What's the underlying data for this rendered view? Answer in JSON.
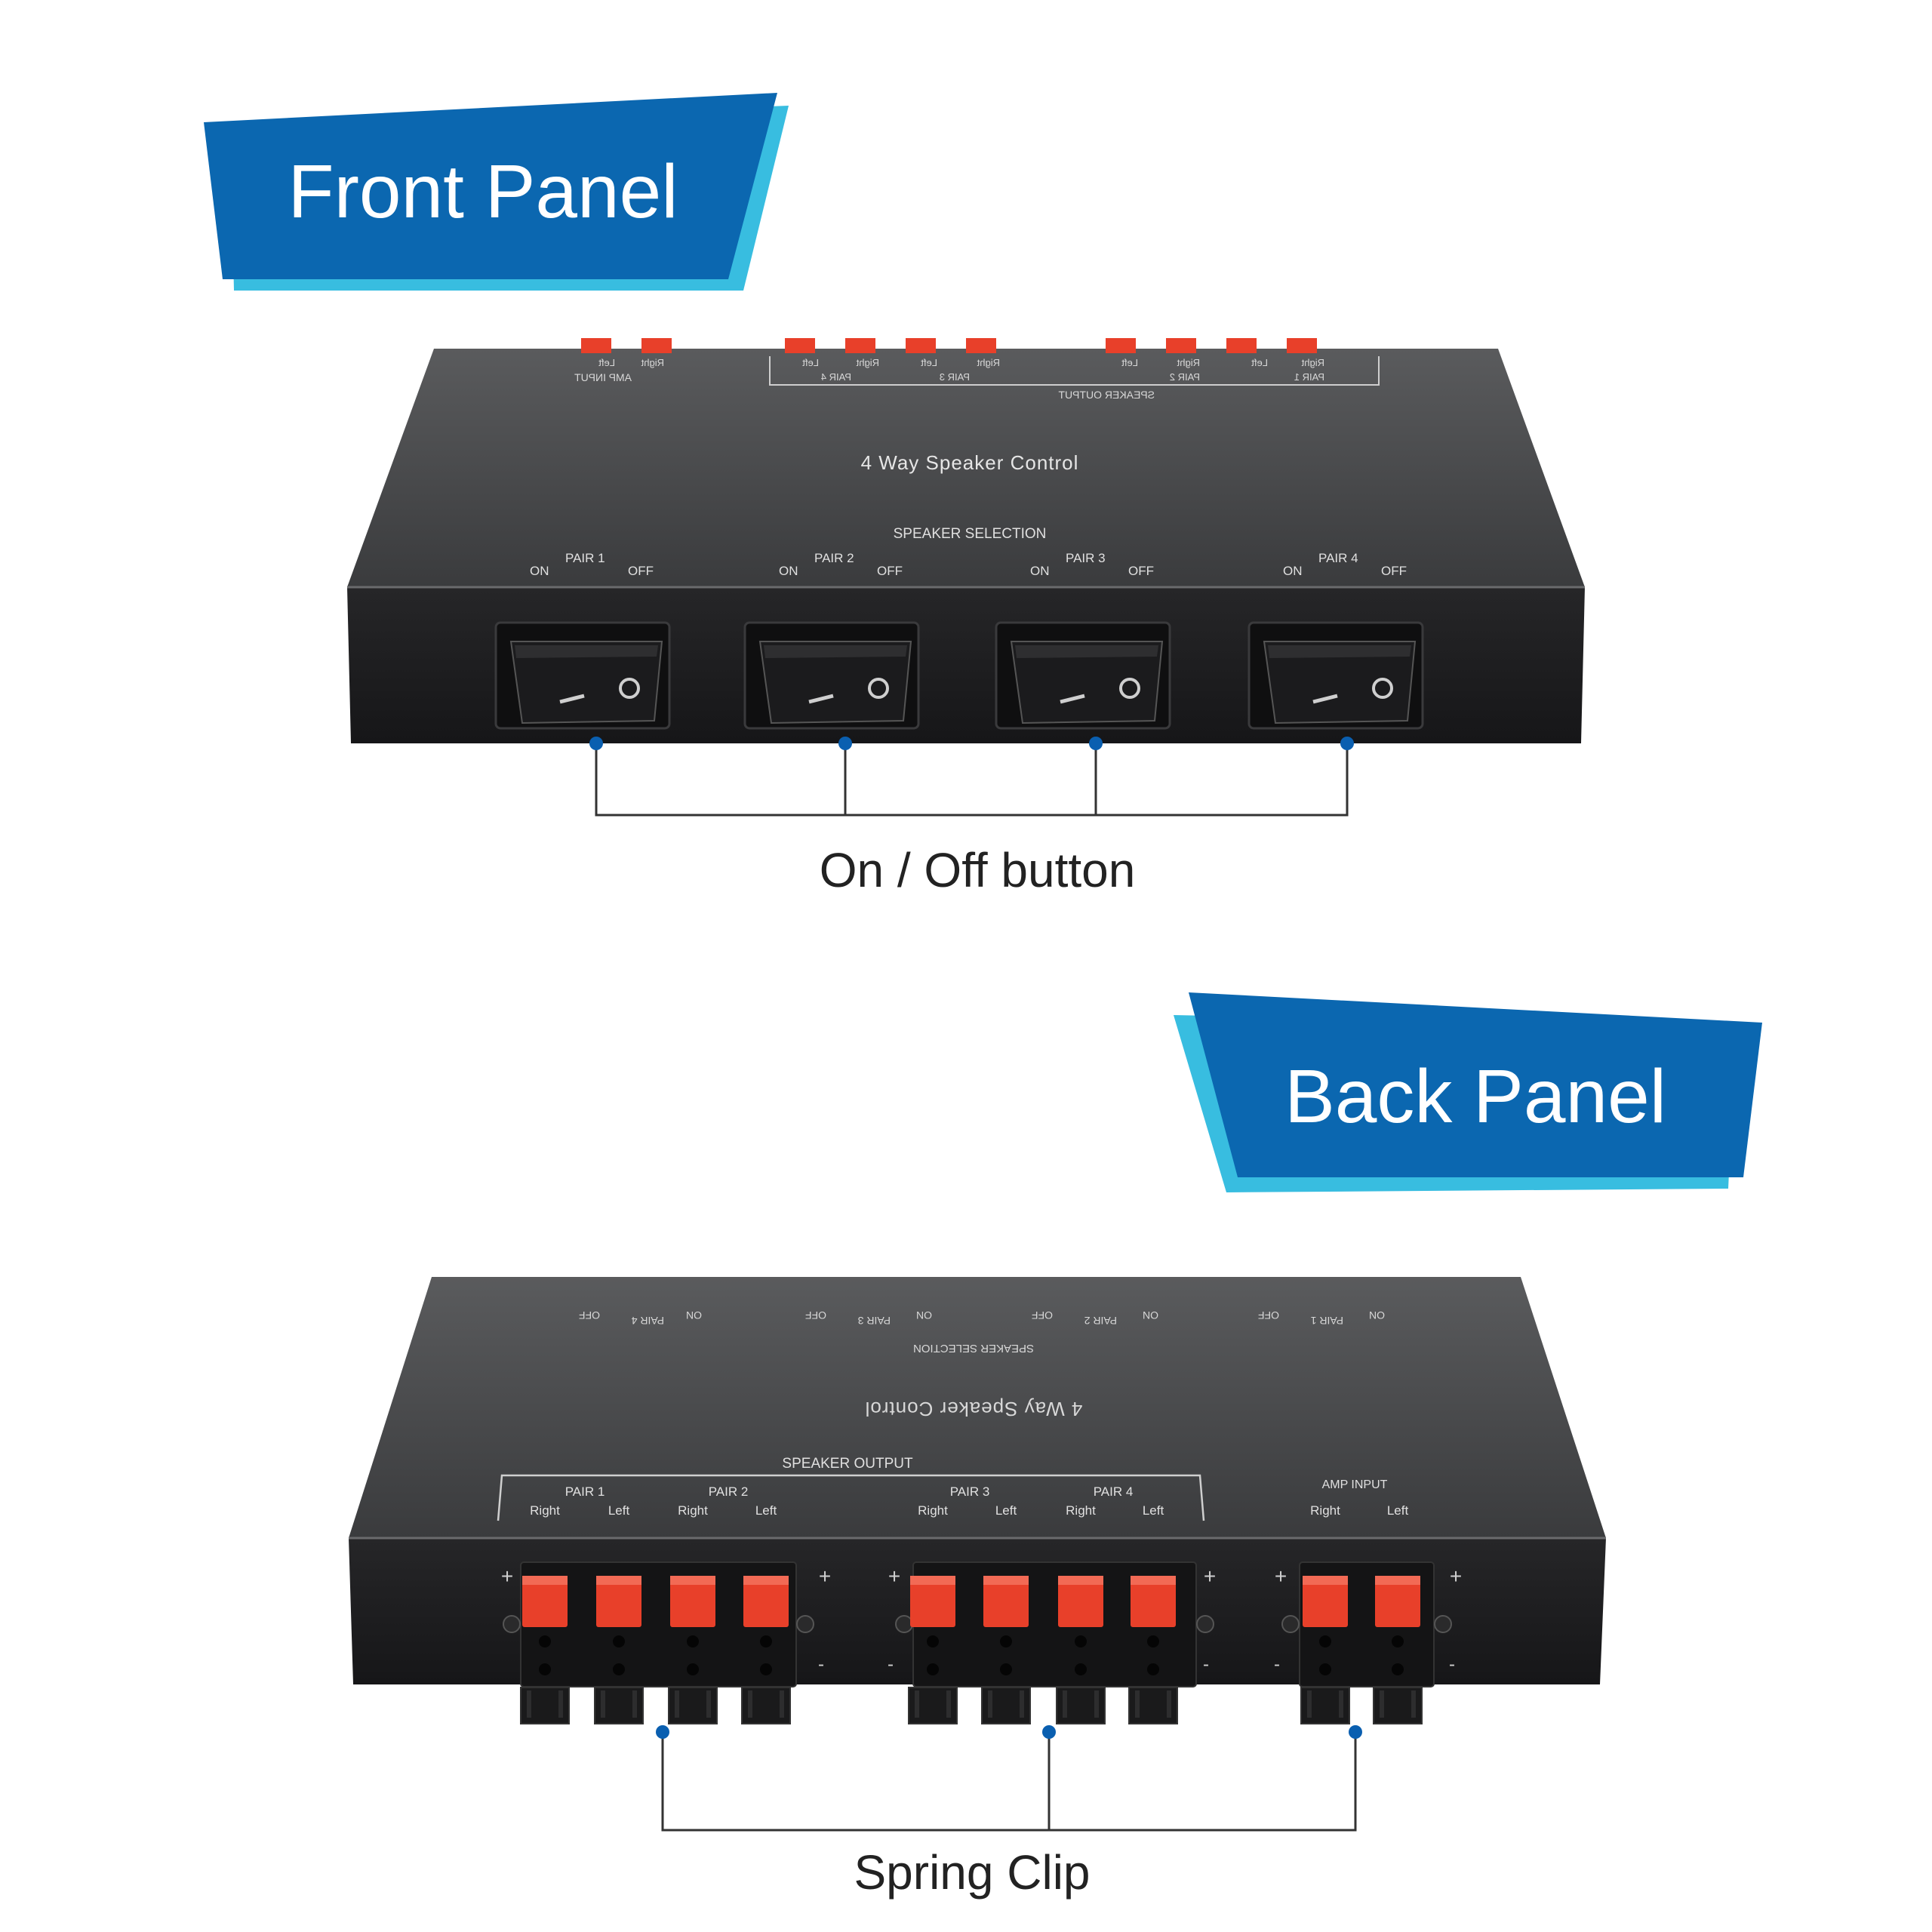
{
  "front": {
    "banner_title": "Front Panel",
    "device_title": "4 Way Speaker Control",
    "speaker_selection": "SPEAKER SELECTION",
    "speaker_output": "SPEAKER OUTPUT",
    "amp_input": "AMP INPUT",
    "on": "ON",
    "off": "OFF",
    "right": "Right",
    "left": "Left",
    "pairs": [
      "PAIR 1",
      "PAIR 2",
      "PAIR 3",
      "PAIR 4"
    ],
    "switch_on_glyph": "—",
    "switch_off_glyph": "O",
    "callout": "On / Off button"
  },
  "back": {
    "banner_title": "Back Panel",
    "device_title": "4 Way Speaker Control",
    "speaker_selection": "SPEAKER SELECTION",
    "speaker_output": "SPEAKER OUTPUT",
    "amp_input": "AMP INPUT",
    "on": "ON",
    "off": "OFF",
    "right": "Right",
    "left": "Left",
    "pairs": [
      "PAIR 1",
      "PAIR 2",
      "PAIR 3",
      "PAIR 4"
    ],
    "plus": "+",
    "minus": "-",
    "callout": "Spring Clip"
  },
  "colors": {
    "banner_blue": "#0b67b0",
    "banner_accent": "#38bde0",
    "device_top": "#4a4b4d",
    "device_face": "#1c1c1e",
    "terminal_red": "#e8402a",
    "callout_dot": "#0a5fb0"
  }
}
